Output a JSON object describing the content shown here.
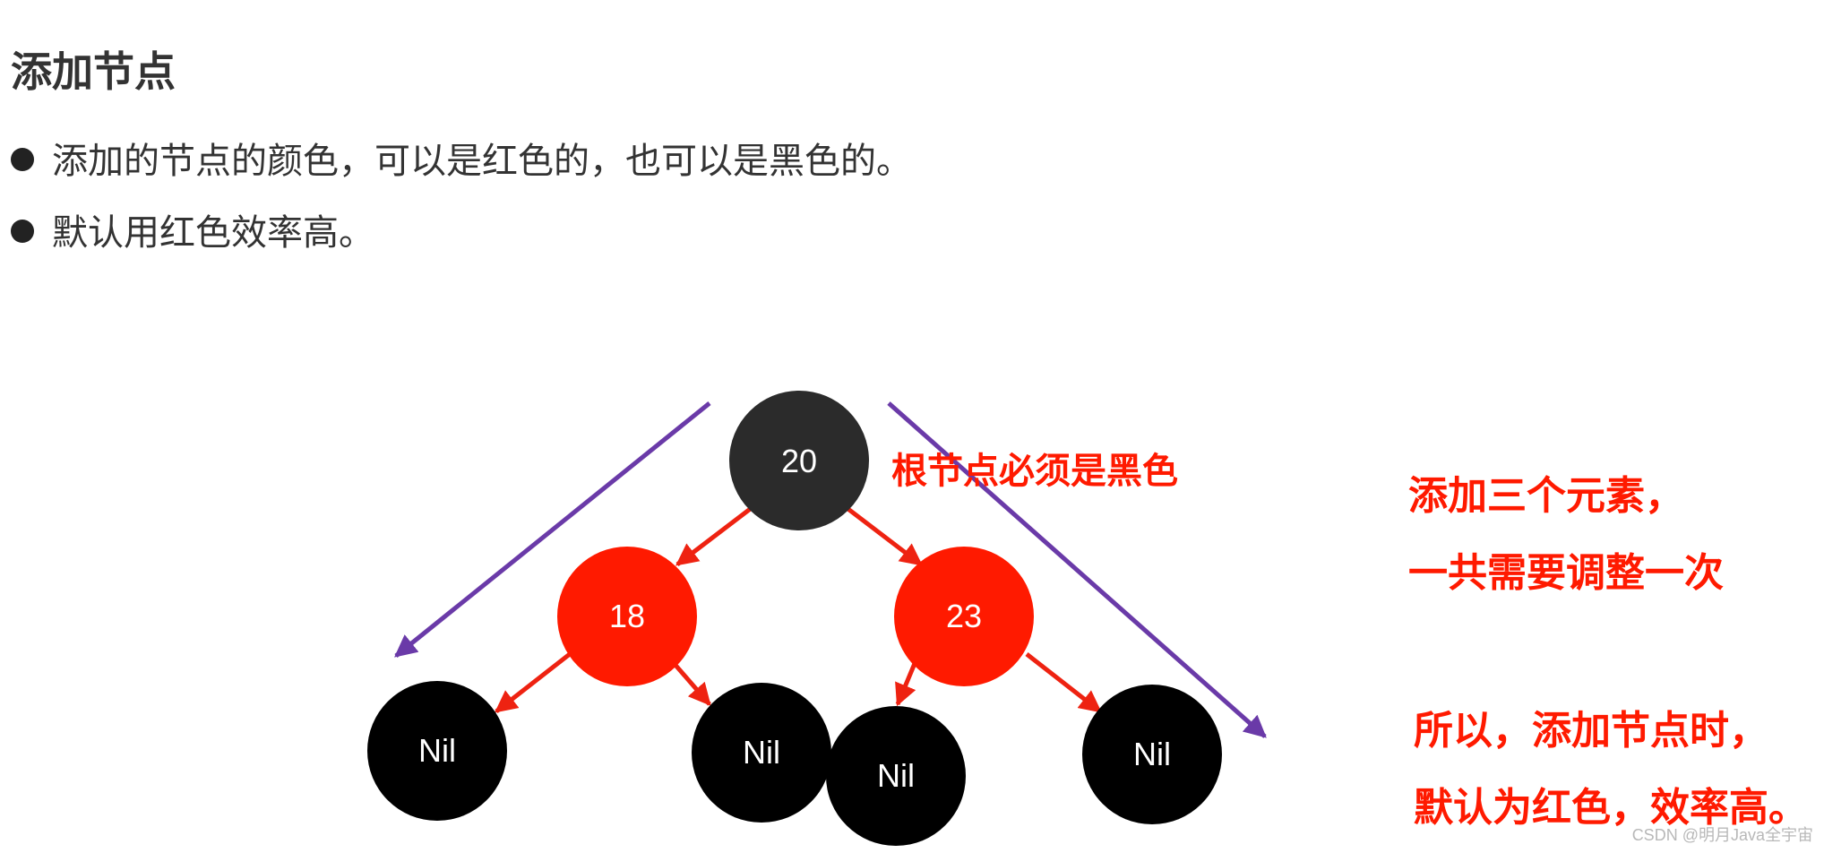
{
  "heading": "添加节点",
  "bullets": [
    "添加的节点的颜色，可以是红色的，也可以是黑色的。",
    "默认用红色效率高。"
  ],
  "tree": {
    "root": "20",
    "left_child": "18",
    "right_child": "23",
    "nil_label": "Nil"
  },
  "notes": {
    "root_note": "根节点必须是黑色",
    "right_note_line1": "添加三个元素，",
    "right_note_line2": "一共需要调整一次",
    "right_note_line3": "所以，添加节点时，",
    "right_note_line4": "默认为红色，效率高。"
  },
  "watermark": "CSDN @明月Java全宇宙",
  "colors": {
    "black_node": "#000000",
    "root_node": "#2b2b2b",
    "red_node": "#ff1a00",
    "red_arrow": "#ee2211",
    "purple_arrow": "#6a3aa8",
    "text": "#333333"
  }
}
